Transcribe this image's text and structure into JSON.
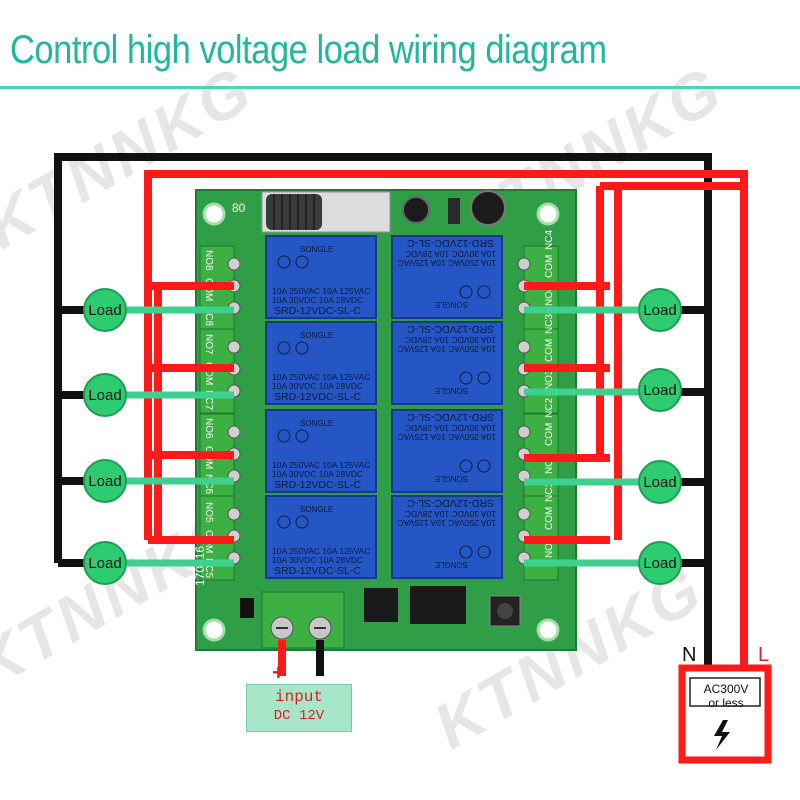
{
  "title": "Control high voltage load wiring diagram",
  "watermark": "KTNNKG",
  "loads": {
    "label": "Load",
    "left_count": 4,
    "right_count": 4
  },
  "relay": {
    "brand": "SONGLE",
    "model": "SRD-12VDC-SL-C",
    "rating_line1": "10A 250VAC  10A 125VAC",
    "rating_line2": "10A 30VDC  10A 28VDC",
    "count": 8
  },
  "terminals": {
    "left": [
      "NO8",
      "COM",
      "NC8",
      "NO7",
      "COM",
      "NC7",
      "NO6",
      "COM",
      "NC6",
      "NO5",
      "COM",
      "NC5"
    ],
    "right": [
      "NC4",
      "COM",
      "NO4",
      "NC3",
      "COM",
      "NO3",
      "NC2",
      "COM",
      "NO2",
      "NC1",
      "COM",
      "NO1"
    ]
  },
  "board_mark": "170216",
  "board_corner": "80",
  "power_input": {
    "plus": "+",
    "minus": "-",
    "line1": "input",
    "line2": "DC 12V"
  },
  "mains": {
    "neutral": "N",
    "live": "L",
    "line1": "AC300V",
    "line2": "or less"
  },
  "colors": {
    "title": "#1fb89a",
    "live_wire": "#ff1a1a",
    "neutral_wire": "#111111",
    "load_wire": "#3fcf8e",
    "load_circle": "#2ecc71",
    "board": "#2f9e46",
    "relay": "#2457c5",
    "terminal": "#3cb043"
  }
}
